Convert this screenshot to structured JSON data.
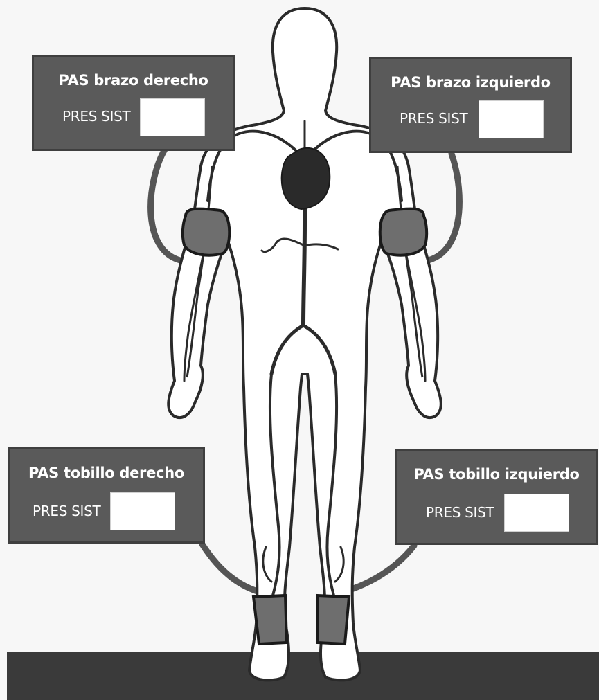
{
  "panels": {
    "right_arm": {
      "title": "PAS brazo derecho",
      "label": "PRES SIST",
      "value": ""
    },
    "left_arm": {
      "title": "PAS brazo izquierdo",
      "label": "PRES SIST",
      "value": ""
    },
    "right_ankle": {
      "title": "PAS tobillo derecho",
      "label": "PRES SIST",
      "value": ""
    },
    "left_ankle": {
      "title": "PAS tobillo izquierdo",
      "label": "PRES SIST",
      "value": ""
    }
  },
  "colors": {
    "background": "#f7f7f7",
    "panel": "#5a5a5a",
    "panel_border": "#3f3f3f",
    "cuff": "#6e6e6e",
    "heart": "#2a2a2a",
    "artery": "#2b2b2b",
    "floor": "#3a3a3a"
  }
}
